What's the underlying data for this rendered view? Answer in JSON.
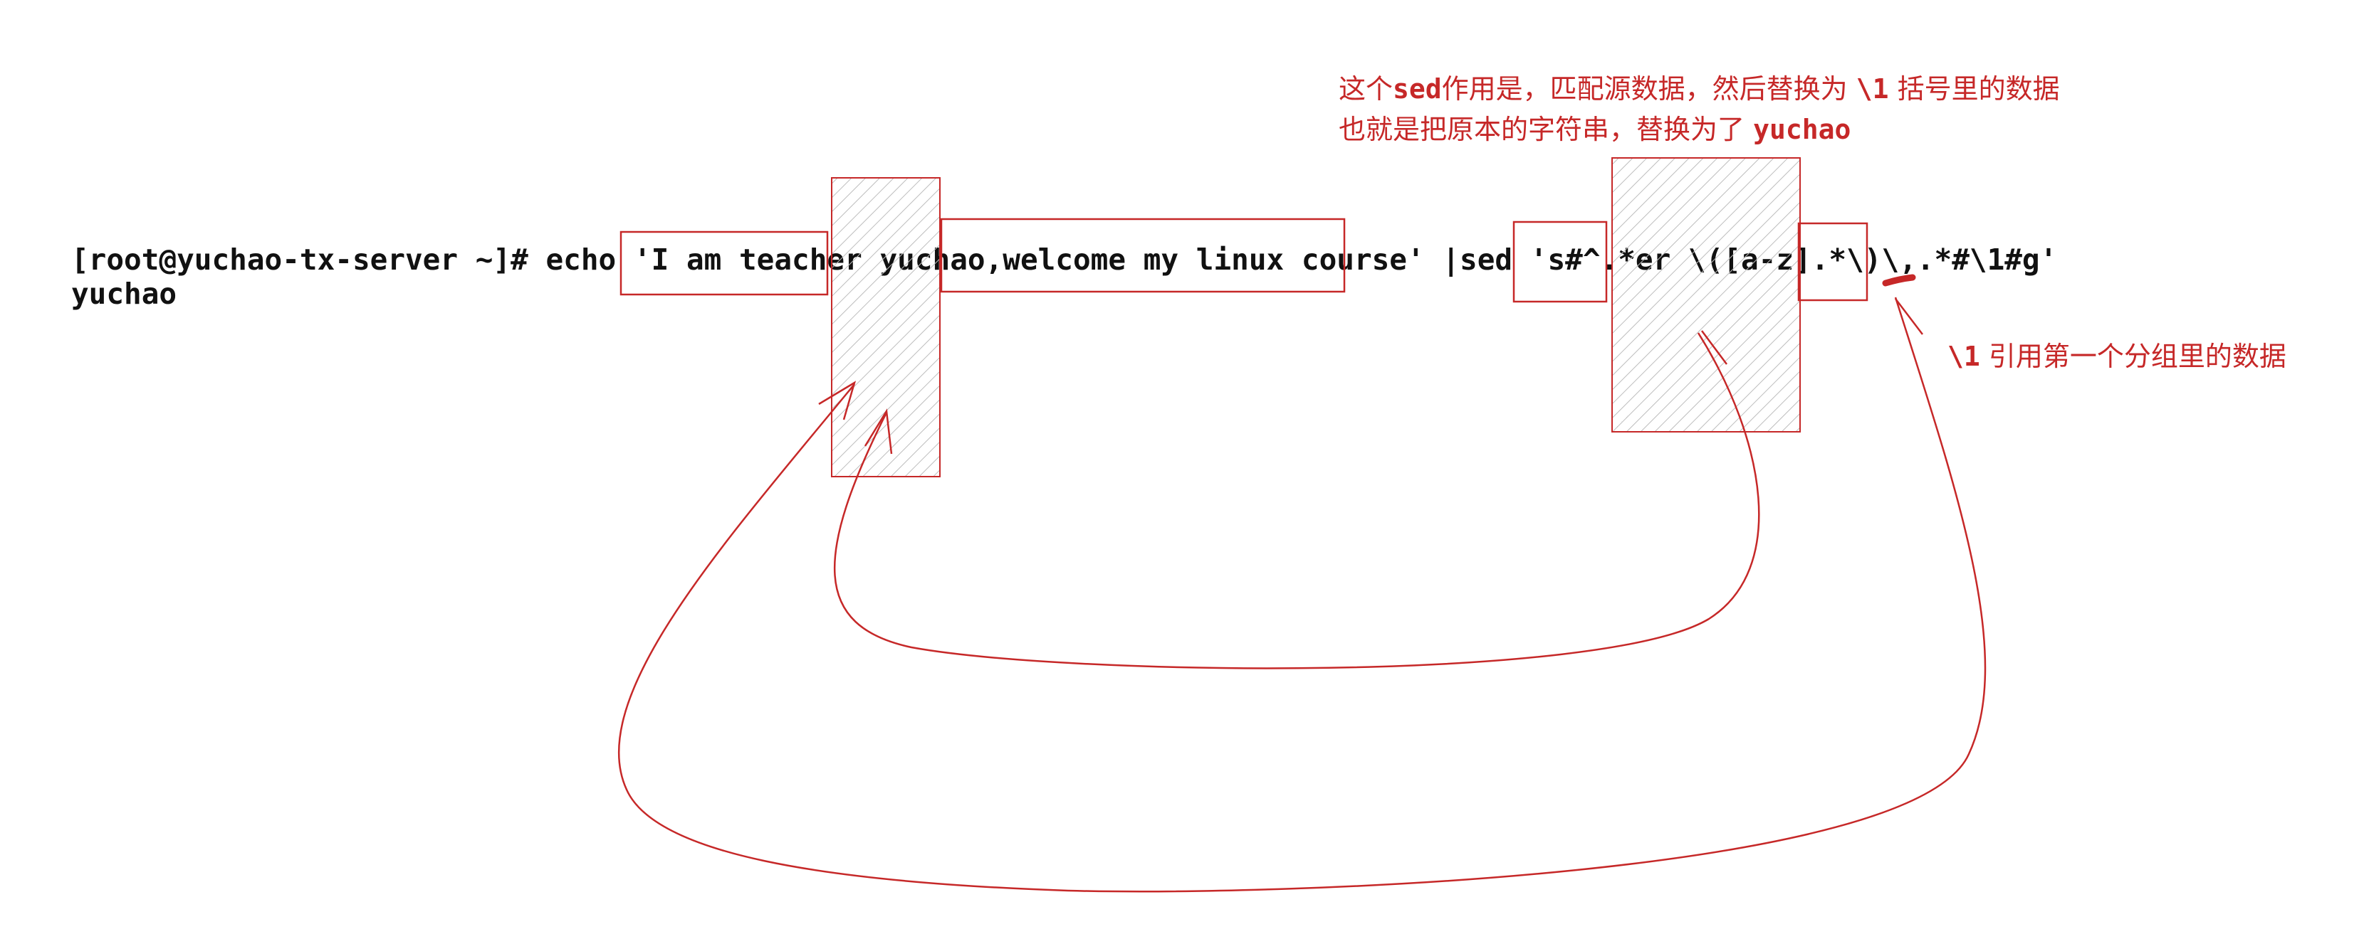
{
  "terminal": {
    "command_line": "[root@yuchao-tx-server ~]# echo 'I am teacher yuchao,welcome my linux course' |sed 's#^.*er \\([a-z].*\\)\\,.*#\\1#g'",
    "output_line": "yuchao"
  },
  "annotations": {
    "explanation_line1_prefix": "这个",
    "explanation_line1_sed": "sed",
    "explanation_line1_middle": "作用是，匹配源数据，然后替换为 ",
    "explanation_line1_ref": "\\1",
    "explanation_line1_suffix": " 括号里的数据",
    "explanation_line2_text": "也就是把原本的字符串，替换为了 ",
    "explanation_line2_value": "yuchao",
    "backref_label_ref": "\\1",
    "backref_label_text": " 引用第一个分组里的数据"
  },
  "colors": {
    "annotation": "#c62828",
    "terminal_text": "#111111",
    "hatch": "#bdbdbd"
  }
}
